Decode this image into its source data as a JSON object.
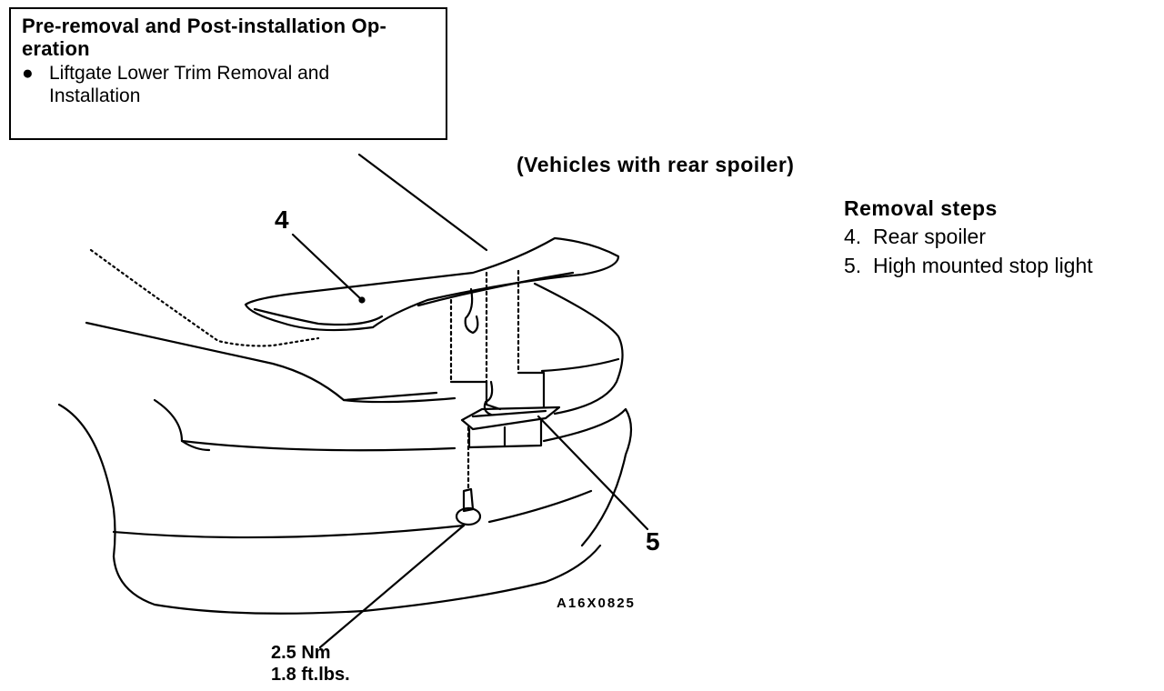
{
  "note_box": {
    "title": "Pre-removal and Post-installation Op- eration",
    "title_line1": "Pre-removal and Post-installation Op-",
    "title_line2": "eration",
    "bullet_glyph": "●",
    "item_line1": "Liftgate Lower Trim Removal and",
    "item_line2": "Installation"
  },
  "variant_label": "(Vehicles with rear spoiler)",
  "removal_steps": {
    "title": "Removal steps",
    "items": [
      {
        "number": "4.",
        "label": "Rear spoiler"
      },
      {
        "number": "5.",
        "label": "High mounted stop light"
      }
    ]
  },
  "callouts": {
    "spoiler": "4",
    "stop_light": "5"
  },
  "figure_code": "A16X0825",
  "torque": {
    "metric": "2.5 Nm",
    "imperial": "1.8 ft.lbs."
  },
  "colors": {
    "ink": "#000000",
    "paper": "#ffffff"
  }
}
